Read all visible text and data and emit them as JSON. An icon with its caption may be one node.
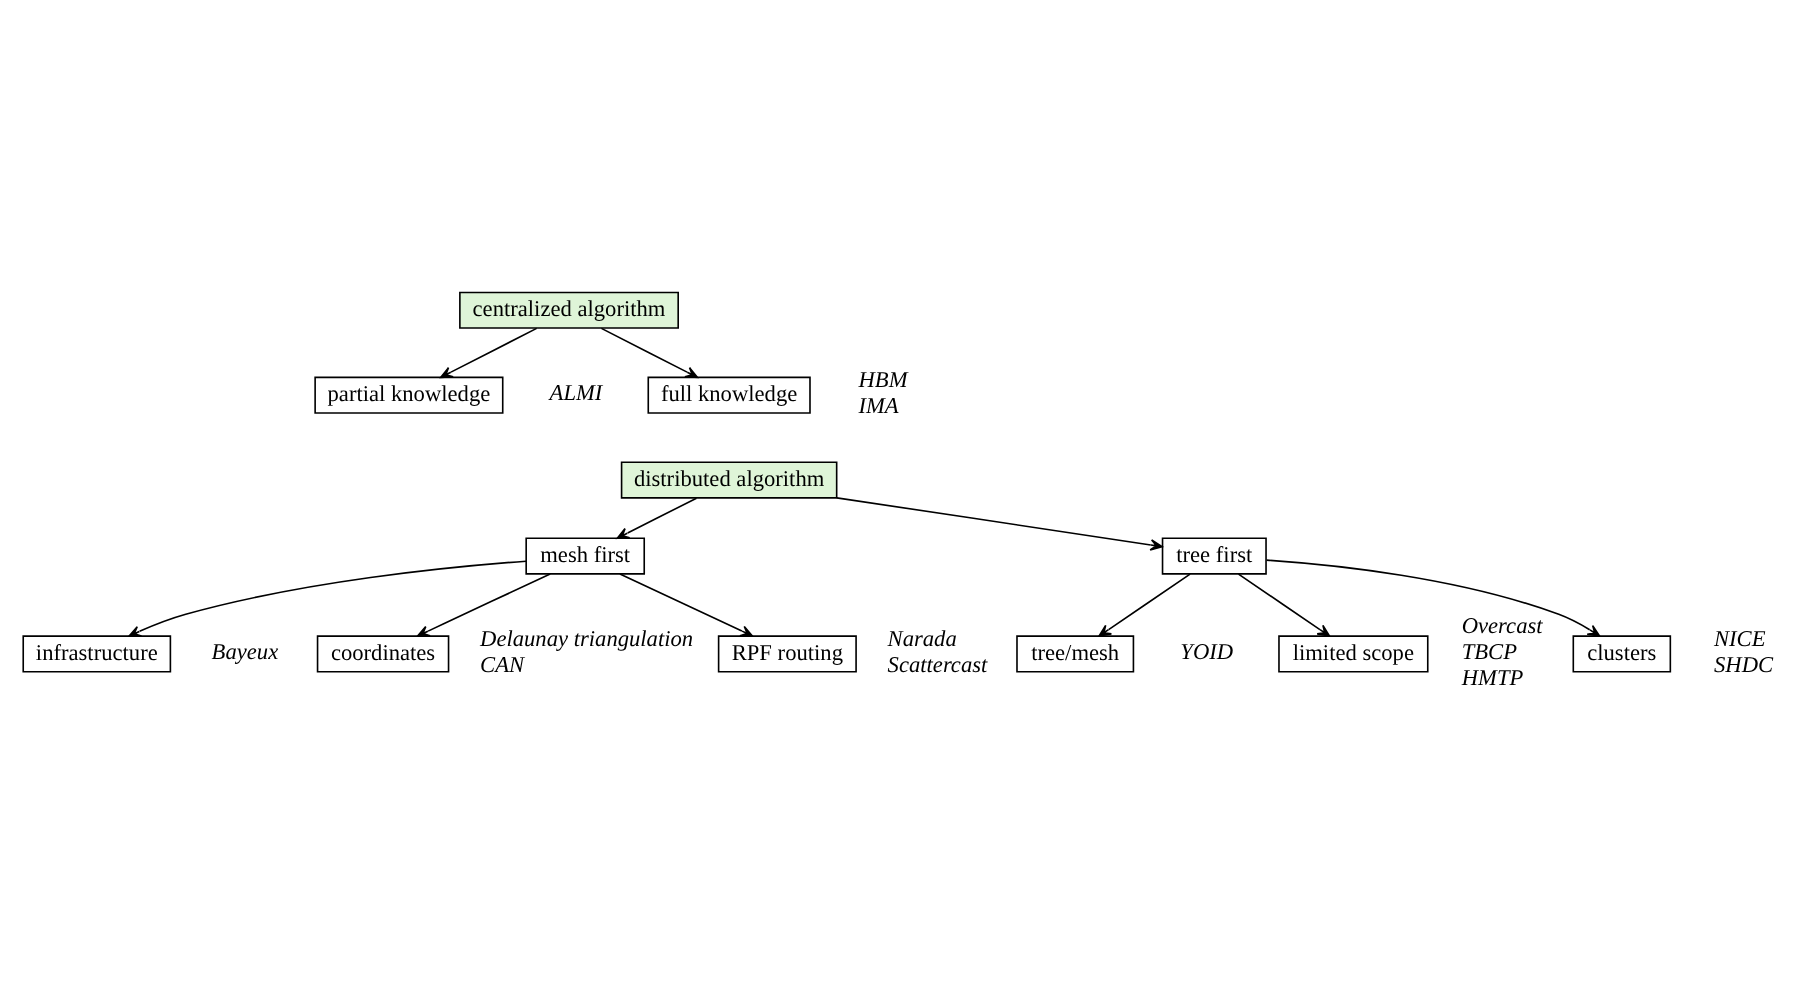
{
  "diagram": {
    "nodes": [
      {
        "text": [
          "centralized algorithm"
        ]
      },
      {
        "text": [
          "partial knowledge"
        ],
        "beside": [
          "ALMI"
        ]
      },
      {
        "text": [
          "full knowledge"
        ],
        "beside": [
          "HBM",
          "IMA"
        ]
      },
      {
        "text": [
          "distributed algorithm"
        ]
      },
      {
        "text": [
          "mesh first"
        ]
      },
      {
        "text": [
          "tree first"
        ]
      },
      {
        "text": [
          "infrastructure"
        ],
        "beside": [
          "Bayeux"
        ]
      },
      {
        "text": [
          "coordinates"
        ],
        "beside": [
          "Delaunay triangulation",
          "CAN"
        ]
      },
      {
        "text": [
          "RPF routing"
        ],
        "beside": [
          "Narada",
          "Scattercast"
        ]
      },
      {
        "text": [
          "tree/mesh"
        ],
        "beside": [
          "YOID"
        ]
      },
      {
        "text": [
          "limited scope"
        ],
        "beside": [
          "Overcast",
          "TBCP",
          "HMTP"
        ]
      },
      {
        "text": [
          "clusters"
        ],
        "beside": [
          "NICE",
          "SHDC"
        ]
      }
    ],
    "edges": [
      {
        "from": 0,
        "to": 1,
        "arrow": "to"
      },
      {
        "from": 0,
        "to": 2,
        "arrow": "to"
      },
      {
        "from": 3,
        "to": 4,
        "arrow": "to"
      },
      {
        "from": 3,
        "to": 5,
        "arrow": "to"
      },
      {
        "from": 4,
        "to": 6,
        "arrow": "to"
      },
      {
        "from": 4,
        "to": 7,
        "arrow": "to"
      },
      {
        "from": 4,
        "to": 8,
        "arrow": "to"
      },
      {
        "from": 5,
        "to": 9,
        "arrow": "to"
      },
      {
        "from": 5,
        "to": 10,
        "arrow": "to"
      },
      {
        "from": 5,
        "to": 11,
        "arrow": "to"
      }
    ]
  }
}
